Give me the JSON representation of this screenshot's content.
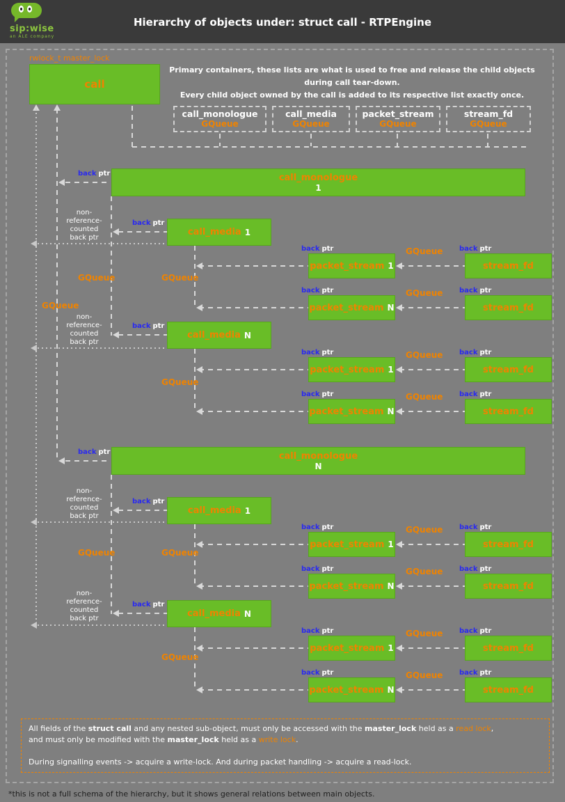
{
  "colors": {
    "box_green": "#69bd27",
    "accent_orange": "#ef8300",
    "backptr_blue": "#2a2aef",
    "background_gray": "#7f7f7f",
    "header_gray": "#3a3a3a"
  },
  "header": {
    "title": "Hierarchy of objects under: struct call - RTPEngine",
    "logo_text": "sip:wise",
    "logo_tagline": "an ALE company"
  },
  "master_lock_label": "rwlock_t master_lock",
  "call_box_label": "call",
  "intro": {
    "line1": "Primary containers, these lists are what is used to free and release the child objects during call tear-down.",
    "line2": "Every child object owned by the call is added to its respective list exactly once."
  },
  "containers": [
    {
      "name": "call_monologue",
      "type": "GQueue"
    },
    {
      "name": "call_media",
      "type": "GQueue"
    },
    {
      "name": "packet_stream",
      "type": "GQueue"
    },
    {
      "name": "stream_fd",
      "type": "GQueue"
    }
  ],
  "labels": {
    "back": "back",
    "ptr": "ptr",
    "gqueue": "GQueue",
    "nonref_l1": "non-",
    "nonref_l2": "reference-",
    "nonref_l3": "counted",
    "nonref_l4": "back ptr"
  },
  "boxes": {
    "mono1": {
      "name": "call_monologue",
      "num": "1"
    },
    "monoN": {
      "name": "call_monologue",
      "num": "N"
    },
    "media1": {
      "name": "call_media",
      "num": "1"
    },
    "mediaN": {
      "name": "call_media",
      "num": "N"
    },
    "ps1": {
      "name": "packet_stream",
      "num": "1"
    },
    "psN": {
      "name": "packet_stream",
      "num": "N"
    },
    "sfd": {
      "name": "stream_fd"
    }
  },
  "note": {
    "l1a": "All fields of the ",
    "l1b": "struct call",
    "l1c": " and any nested sub-object, must only be accessed with the ",
    "l1d": "master_lock",
    "l1e": " held as a ",
    "l1f": "read lock",
    "l1g": ",",
    "l2a": "and must only be modified with the ",
    "l2b": "master_lock",
    "l2c": " held as a ",
    "l2d": "write lock",
    "l2e": ".",
    "l3": "During signalling events -> acquire a write-lock. And during packet handling -> acquire a read-lock."
  },
  "footnote": "*this is not a full schema of the hierarchy, but it shows general relations between main objects."
}
